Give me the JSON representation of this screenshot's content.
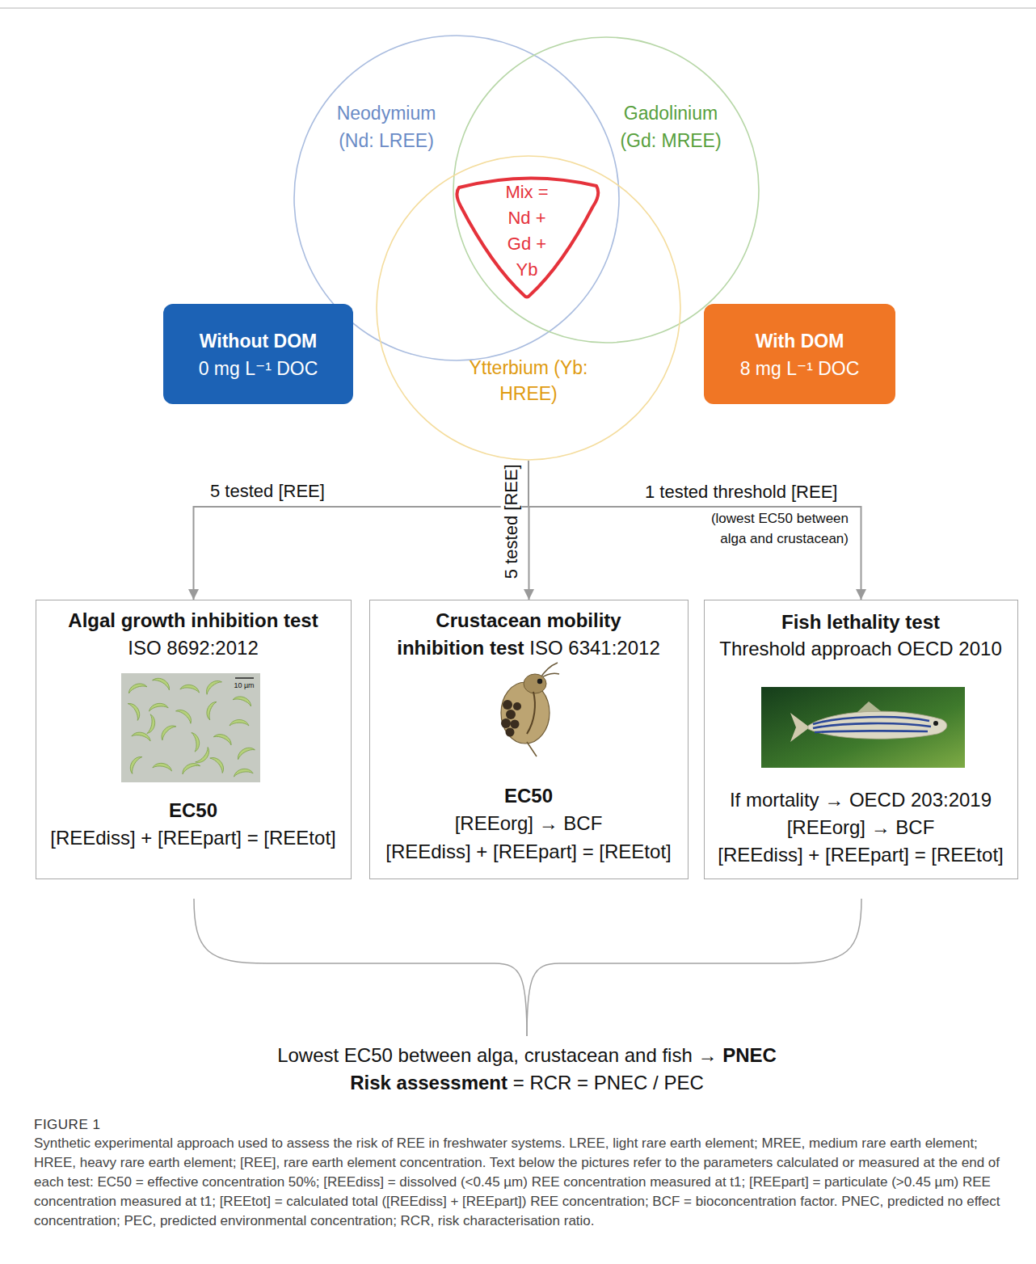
{
  "diagram": {
    "caption": "Synthetic experimental approach used to assess the risk of REE in freshwater systems. LREE, light rare earth element; MREE, medium rare earth element; HREE, heavy rare earth element; [REE], rare earth element concentration. Text below the pictures refer to the parameters calculated or measured at the end of each test: EC50 = effective concentration 50%; [REEdiss] = dissolved (<0.45 µm) REE concentration measured at t1; [REEpart] = particulate (>0.45 µm) REE concentration measured at t1; [REEtot] = calculated total ([REEdiss] + [REEpart]) REE concentration; BCF = bioconcentration factor. PNEC, predicted no effect concentration; PEC, predicted environmental concentration; RCR, risk characterisation ratio.",
    "nodes": [
      {
        "text": [
          "Neodymium (Nd: LREE)"
        ]
      },
      {
        "text": [
          "Gadolinium (Gd: MREE)"
        ]
      },
      {
        "text": [
          "Mix = Nd + Gd + Yb"
        ]
      },
      {
        "text": [
          "Without DOM",
          "0 mg L⁻¹ DOC"
        ]
      },
      {
        "text": [
          "Ytterbium (Yb: HREE)"
        ]
      },
      {
        "text": [
          "With DOM",
          "8 mg L⁻¹ DOC"
        ]
      },
      {
        "text": [
          "Algal growth inhibition test",
          "ISO 8692:2012",
          "EC50",
          "[REEdiss] + [REEpart] = [REEtot]"
        ]
      },
      {
        "text": [
          "Crustacean mobility inhibition test",
          "ISO 6341:2012",
          "EC50",
          "[REEorg] → BCF",
          "[REEdiss] + [REEpart] = [REEtot]"
        ]
      },
      {
        "text": [
          "Fish lethality test",
          "Threshold approach OECD 2010",
          "If mortality → OECD 203:2019",
          "[REEorg] → BCF",
          "[REEdiss] + [REEpart] = [REEtot]"
        ]
      }
    ],
    "edges": [
      {
        "from": 4,
        "to": 6,
        "arrow": "to",
        "label": "5 tested [REE]"
      },
      {
        "from": 4,
        "to": 7,
        "arrow": "to",
        "label": "5 tested [REE]"
      },
      {
        "from": 4,
        "to": 8,
        "arrow": "to",
        "label": "1 tested threshold [REE]"
      }
    ],
    "labels": [
      "(lowest EC50 between alga and crustacean)",
      "10 µm",
      "Lowest EC50 between alga, crustacean and fish →",
      "PNEC",
      "Risk assessment",
      "= RCR = PNEC / PEC",
      "FIGURE 1"
    ]
  }
}
